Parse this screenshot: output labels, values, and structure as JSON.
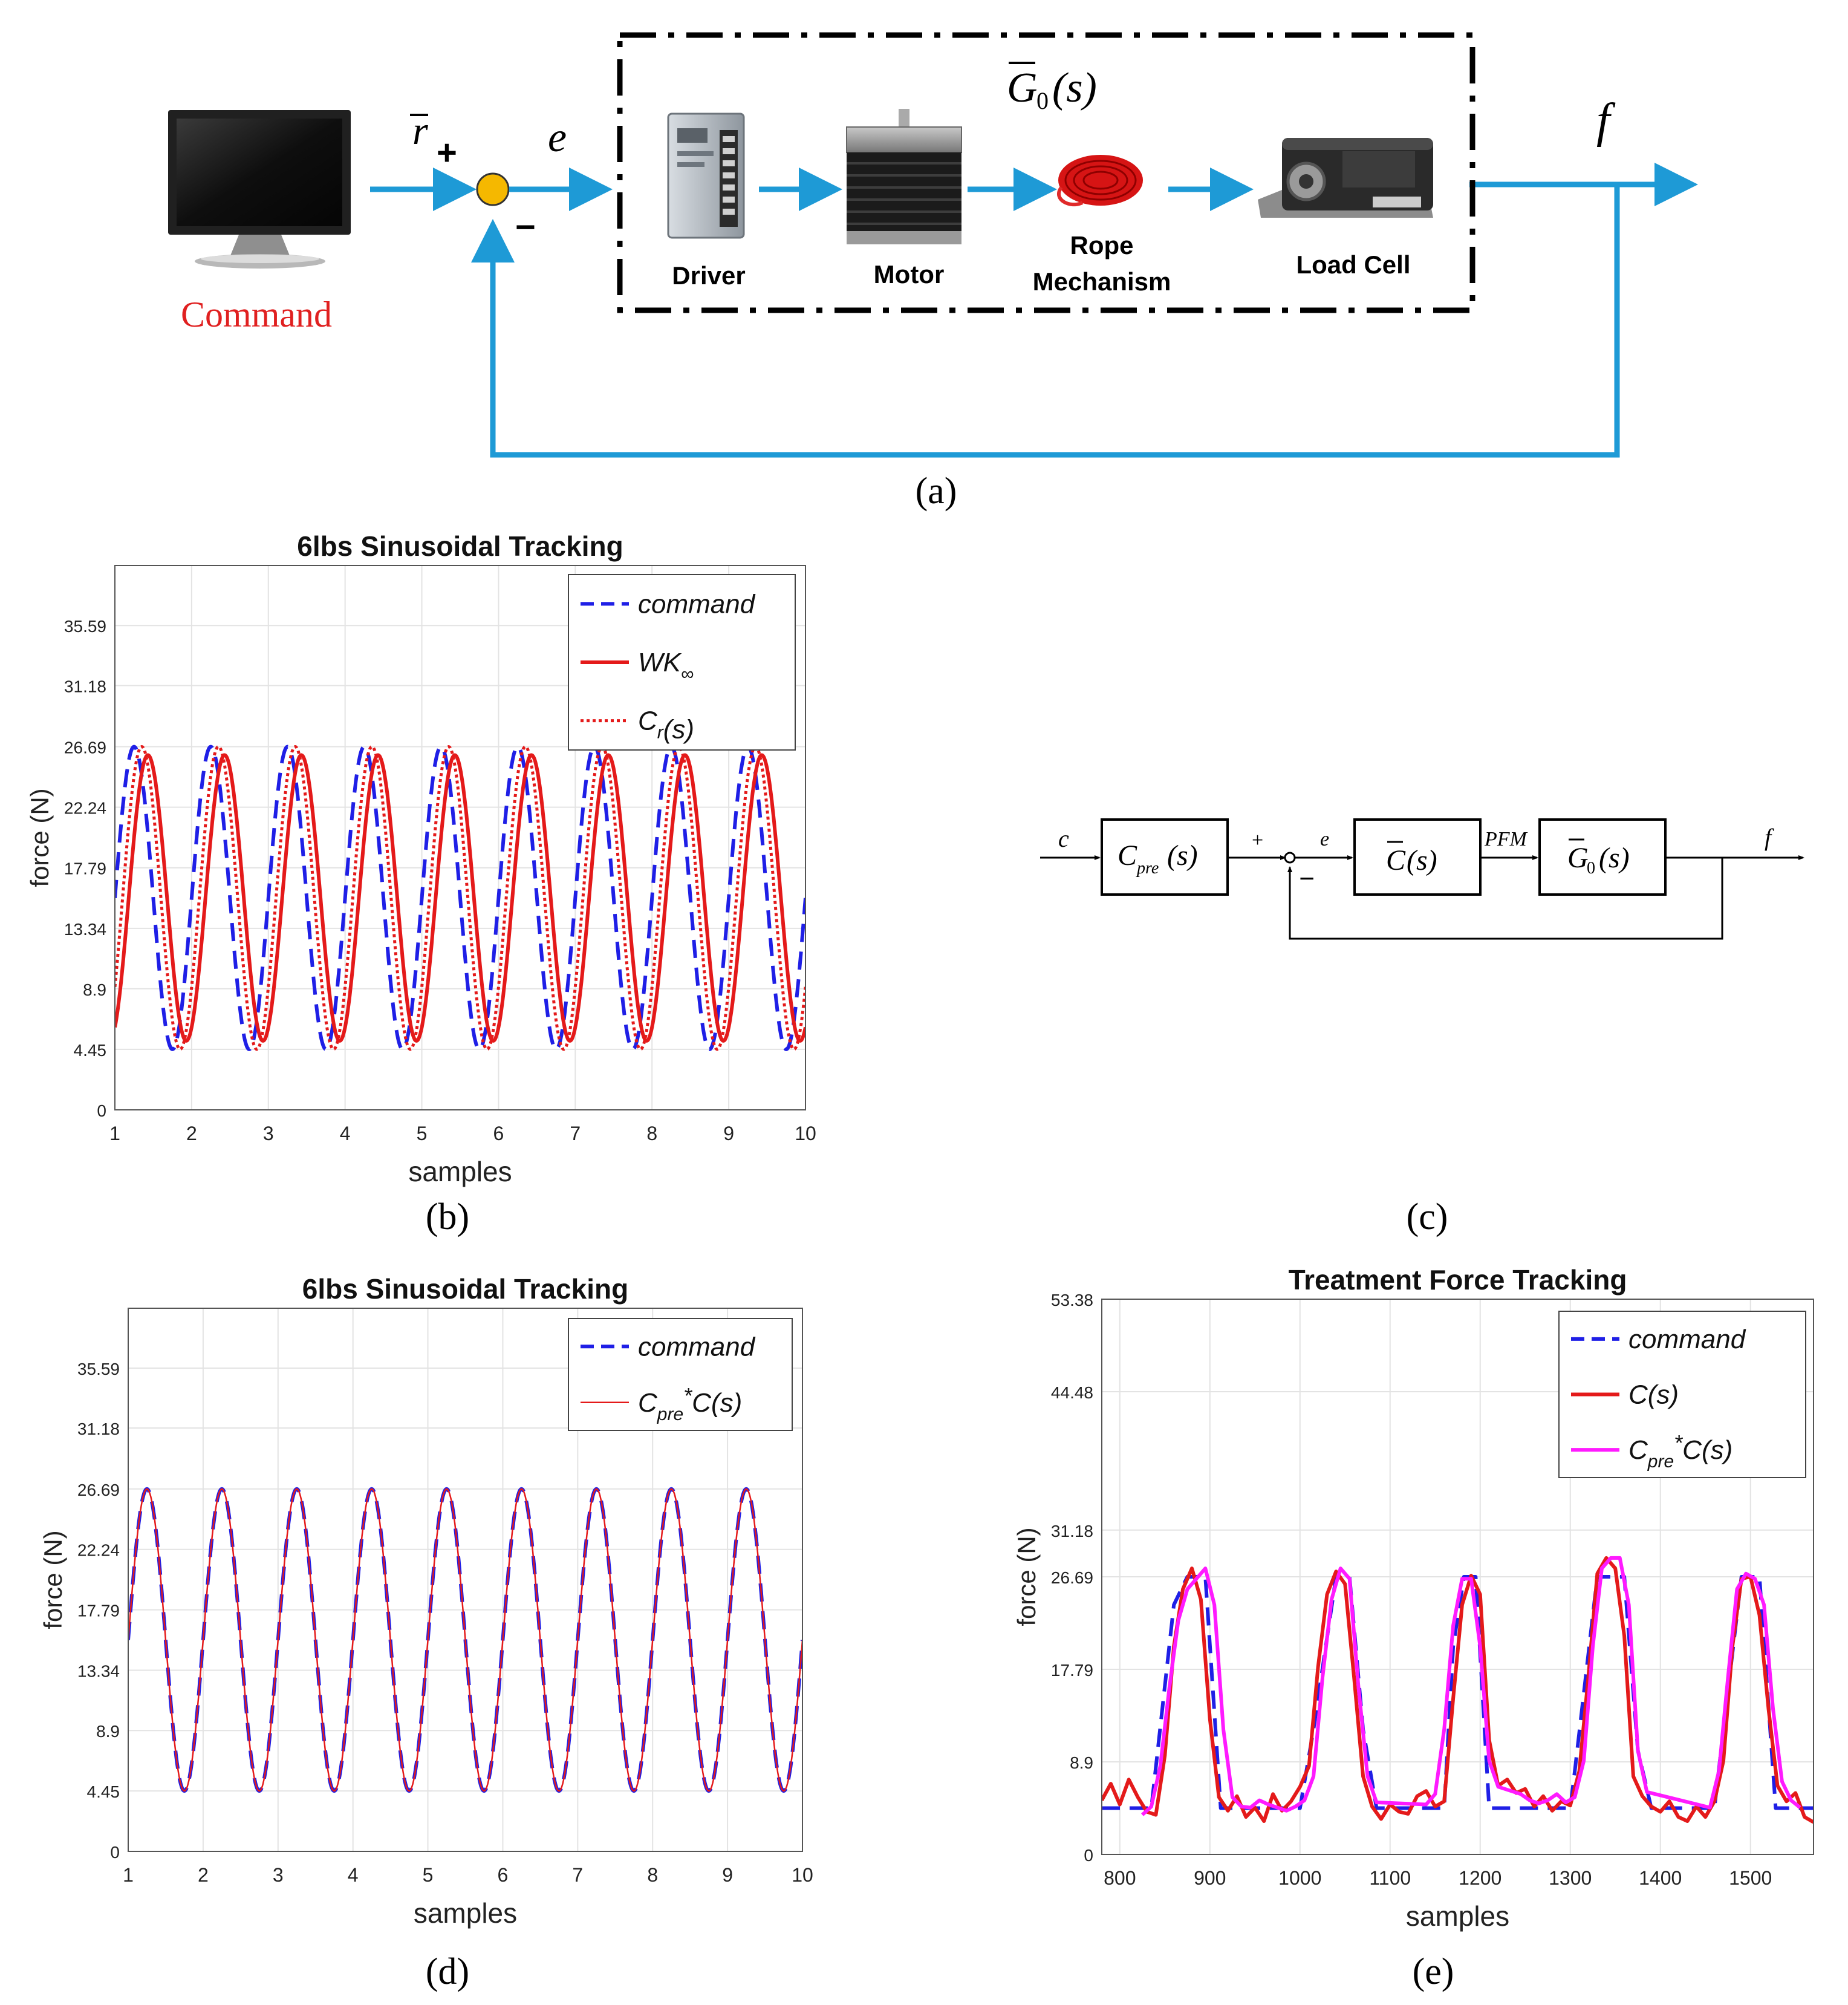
{
  "panel_a": {
    "caption": "(a)",
    "command_label": "Command",
    "r_label": "r",
    "plus_label": "+",
    "minus_label": "−",
    "e_label": "e",
    "plant_label": "G",
    "plant_sub": "0",
    "plant_arg": "(s)",
    "f_label": "f",
    "components": [
      {
        "label": "Driver",
        "icon": "driver-icon"
      },
      {
        "label": "Motor",
        "icon": "motor-icon"
      },
      {
        "label_lines": [
          "Rope",
          "Mechanism"
        ],
        "icon": "rope-icon"
      },
      {
        "label": "Load Cell",
        "icon": "load-cell-icon"
      }
    ],
    "colors": {
      "arrow": "#1e9ad6",
      "command": "#e02020",
      "junction": "#f5b800"
    }
  },
  "panel_c": {
    "caption": "(c)",
    "input_label": "c",
    "pre_block": "C",
    "pre_sub": "pre",
    "pre_arg": "(s)",
    "plus_label": "+",
    "minus_label": "−",
    "e_label": "e",
    "controller_block": "C",
    "controller_arg": "(s)",
    "pfm_label": "PFM",
    "plant_block": "G",
    "plant_sub": "0",
    "plant_arg": "(s)",
    "output_label": "f"
  },
  "chart_data": [
    {
      "id": "b",
      "type": "line",
      "caption": "(b)",
      "title": "6lbs Sinusoidal Tracking",
      "xlabel": "samples",
      "ylabel": "force (N)",
      "xlim": [
        1,
        10
      ],
      "ylim": [
        0,
        40
      ],
      "xticks": [
        1,
        2,
        3,
        4,
        5,
        6,
        7,
        8,
        9,
        10
      ],
      "yticks": [
        0,
        4.45,
        8.9,
        13.34,
        17.79,
        22.24,
        26.69,
        31.18,
        35.59
      ],
      "grid": true,
      "legend_position": "top-right",
      "series": [
        {
          "name": "command",
          "style": "dashed",
          "color": "#1f1fe6",
          "model": {
            "kind": "sine",
            "mid": 15.57,
            "amp": 11.12,
            "period": 1,
            "peak_at": 1.25
          }
        },
        {
          "name": "WK",
          "name_sub": "∞",
          "style": "solid",
          "color": "#e41a1a",
          "model": {
            "kind": "sine",
            "mid": 15.57,
            "amp": 10.5,
            "period": 1,
            "peak_at": 1.43
          }
        },
        {
          "name": "C",
          "name_sub": "r",
          "name_suffix": "(s)",
          "style": "dotted",
          "color": "#e41a1a",
          "model": {
            "kind": "sine",
            "mid": 15.57,
            "amp": 11.12,
            "period": 1,
            "peak_at": 1.35
          }
        }
      ]
    },
    {
      "id": "d",
      "type": "line",
      "caption": "(d)",
      "title": "6lbs Sinusoidal Tracking",
      "xlabel": "samples",
      "ylabel": "force (N)",
      "xlim": [
        1,
        10
      ],
      "ylim": [
        0,
        40
      ],
      "xticks": [
        1,
        2,
        3,
        4,
        5,
        6,
        7,
        8,
        9,
        10
      ],
      "yticks": [
        0,
        4.45,
        8.9,
        13.34,
        17.79,
        22.24,
        26.69,
        31.18,
        35.59
      ],
      "grid": true,
      "legend_position": "top-right",
      "series": [
        {
          "name": "command",
          "style": "dashed",
          "color": "#1f1fe6",
          "model": {
            "kind": "sine",
            "mid": 15.57,
            "amp": 11.12,
            "period": 1,
            "peak_at": 1.25
          }
        },
        {
          "name": "C",
          "name_sub": "pre",
          "name_mid": "*",
          "name_bar": "C",
          "name_suffix": "(s)",
          "style": "solid-thin",
          "color": "#e41a1a",
          "model": {
            "kind": "sine",
            "mid": 15.57,
            "amp": 11.12,
            "period": 1,
            "peak_at": 1.25
          }
        }
      ]
    },
    {
      "id": "e",
      "type": "line",
      "caption": "(e)",
      "title": "Treatment Force Tracking",
      "xlabel": "samples",
      "ylabel": "force (N)",
      "xlim": [
        780,
        1570
      ],
      "ylim": [
        0,
        53.38
      ],
      "xticks": [
        800,
        900,
        1000,
        1100,
        1200,
        1300,
        1400,
        1500
      ],
      "yticks": [
        0,
        8.9,
        17.79,
        26.69,
        31.18,
        44.48,
        53.38
      ],
      "grid": true,
      "legend_position": "top-right",
      "series": [
        {
          "name": "command",
          "style": "dashed",
          "color": "#1f1fe6",
          "x": [
            780,
            835,
            860,
            875,
            895,
            912,
            1000,
            1015,
            1040,
            1055,
            1070,
            1085,
            1160,
            1170,
            1182,
            1195,
            1210,
            1300,
            1305,
            1330,
            1360,
            1375,
            1390,
            1460,
            1470,
            1490,
            1510,
            1528,
            1570
          ],
          "y": [
            4.45,
            4.45,
            24,
            26.69,
            26.69,
            4.45,
            4.45,
            12,
            26.69,
            26.69,
            12,
            4.45,
            4.45,
            20,
            26.69,
            26.69,
            4.45,
            4.45,
            8,
            26.69,
            26.69,
            10,
            4.45,
            4.45,
            12,
            26.69,
            26.69,
            4.45,
            4.45
          ]
        },
        {
          "name": "C",
          "name_suffix": "(s)",
          "style": "solid",
          "color": "#e41a1a",
          "x": [
            780,
            790,
            800,
            810,
            820,
            830,
            840,
            850,
            860,
            870,
            880,
            890,
            900,
            910,
            920,
            930,
            940,
            950,
            960,
            970,
            980,
            990,
            1000,
            1010,
            1020,
            1030,
            1040,
            1050,
            1060,
            1070,
            1080,
            1090,
            1100,
            1110,
            1120,
            1130,
            1140,
            1150,
            1160,
            1170,
            1180,
            1190,
            1200,
            1210,
            1220,
            1230,
            1240,
            1250,
            1260,
            1270,
            1280,
            1290,
            1300,
            1310,
            1320,
            1330,
            1340,
            1350,
            1360,
            1370,
            1380,
            1390,
            1400,
            1410,
            1420,
            1430,
            1440,
            1450,
            1460,
            1470,
            1480,
            1490,
            1500,
            1510,
            1520,
            1530,
            1540,
            1550,
            1560,
            1570
          ],
          "y": [
            5.2,
            6.8,
            4.8,
            7.2,
            5.5,
            4.1,
            3.8,
            9.5,
            20,
            25.5,
            27.5,
            24.5,
            13,
            5.5,
            4.2,
            5.6,
            3.6,
            4.5,
            3.2,
            5.8,
            4.2,
            5.1,
            6.5,
            8.5,
            18,
            25,
            27.2,
            26,
            17,
            7.5,
            4.6,
            3.4,
            4.8,
            4.1,
            3.9,
            5.6,
            6.1,
            4.6,
            5.1,
            15,
            24,
            26.8,
            25,
            11,
            6.6,
            7.2,
            5.9,
            6.3,
            4.6,
            5.6,
            4.2,
            5.1,
            4.7,
            8,
            17,
            27,
            28.5,
            27.5,
            21,
            7.5,
            5.6,
            4.6,
            4.1,
            5.1,
            3.6,
            3.2,
            4.6,
            3.6,
            5.1,
            9,
            20,
            26.5,
            26.7,
            23,
            14,
            6.6,
            5.1,
            5.9,
            3.6,
            3.1
          ]
        },
        {
          "name": "C",
          "name_sub": "pre",
          "name_mid": "*",
          "name_bar": "C",
          "name_suffix": "(s)",
          "style": "solid",
          "color": "#ff1aff",
          "x": [
            825,
            835,
            845,
            855,
            865,
            875,
            885,
            895,
            905,
            915,
            925,
            935,
            945,
            955,
            965,
            975,
            985,
            995,
            1005,
            1015,
            1025,
            1035,
            1045,
            1055,
            1065,
            1075,
            1085,
            1140,
            1150,
            1160,
            1170,
            1180,
            1190,
            1200,
            1210,
            1220,
            1245,
            1255,
            1265,
            1275,
            1285,
            1295,
            1305,
            1315,
            1325,
            1335,
            1345,
            1355,
            1365,
            1375,
            1385,
            1455,
            1465,
            1475,
            1485,
            1495,
            1505,
            1515,
            1525,
            1535,
            1545,
            1555
          ],
          "y": [
            3.8,
            4.6,
            8.5,
            16,
            22.5,
            25.5,
            26.5,
            27.5,
            24,
            12,
            5.5,
            4.6,
            4.5,
            5.2,
            4.8,
            4.5,
            4.2,
            4.6,
            5.2,
            7.5,
            17,
            24.5,
            27.5,
            26.5,
            16,
            7.5,
            5,
            4.8,
            5.8,
            12,
            22,
            26.5,
            26.5,
            20,
            9,
            6.5,
            5.8,
            5.2,
            4.9,
            5.2,
            5.8,
            5,
            5.5,
            9,
            20,
            27.5,
            28.5,
            28.5,
            24,
            10,
            6,
            4.5,
            8,
            17,
            25.5,
            27,
            26.5,
            24,
            14,
            7,
            5.2,
            4.5
          ]
        }
      ]
    }
  ]
}
